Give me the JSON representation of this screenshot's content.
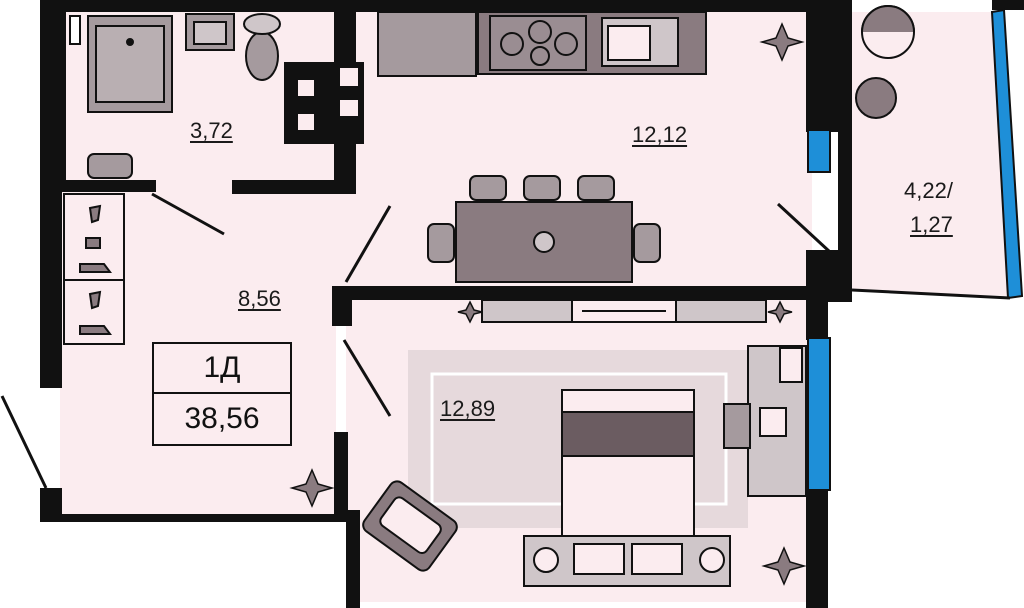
{
  "apartment": {
    "type": "1Д",
    "total_area": "38,56"
  },
  "rooms": {
    "bathroom_area": "3,72",
    "kitchen_area": "12,12",
    "hall_area": "8,56",
    "bedroom_area": "12,89",
    "balcony_area_line1": "4,22/",
    "balcony_area_line2": "1,27"
  },
  "colors": {
    "floor": "#fbecef",
    "wall": "#111111",
    "furniture": "#8a7b80",
    "window": "#1e8fd8",
    "rug": "#e6d9dc"
  }
}
